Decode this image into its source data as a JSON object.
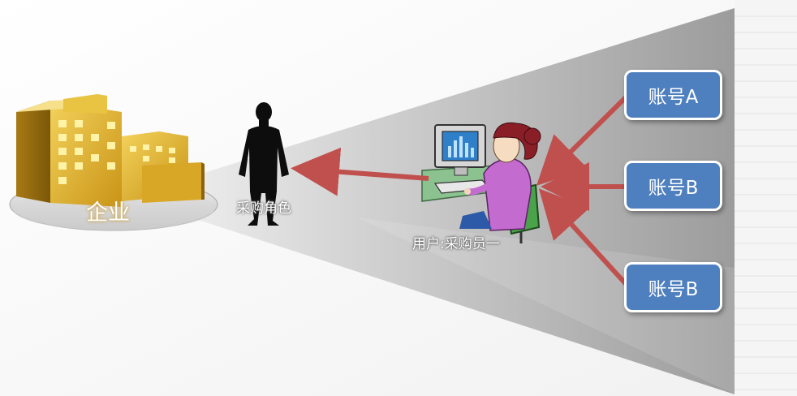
{
  "company": {
    "label": "企业"
  },
  "role": {
    "label": "采购角色"
  },
  "user": {
    "label": "用户:采购员一"
  },
  "accounts": [
    {
      "label": "账号A"
    },
    {
      "label": "账号B"
    },
    {
      "label": "账号B"
    }
  ],
  "colors": {
    "arrow": "#c0504d",
    "account_fill": "#4e7fbf",
    "beam": "#9a9a9a",
    "building": "#e6b52e"
  }
}
